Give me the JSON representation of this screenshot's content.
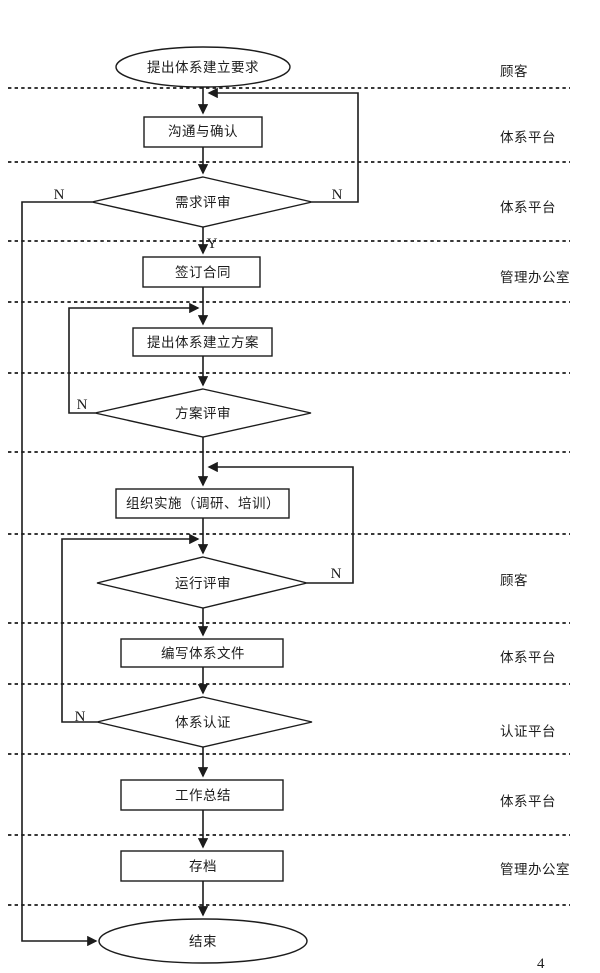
{
  "page_number": "4",
  "colors": {
    "ink": "#1c1c1c",
    "background": "#ffffff"
  },
  "branch": {
    "yes": "Y",
    "no": "N"
  },
  "nodes": [
    {
      "id": "start",
      "type": "terminator",
      "label": "提出体系建立要求"
    },
    {
      "id": "communicate",
      "type": "process",
      "label": "沟通与确认"
    },
    {
      "id": "demand-review",
      "type": "decision",
      "label": "需求评审"
    },
    {
      "id": "sign-contract",
      "type": "process",
      "label": "签订合同"
    },
    {
      "id": "propose-plan",
      "type": "process",
      "label": "提出体系建立方案"
    },
    {
      "id": "plan-review",
      "type": "decision",
      "label": "方案评审"
    },
    {
      "id": "implement",
      "type": "process",
      "label": "组织实施（调研、培训）"
    },
    {
      "id": "operation-review",
      "type": "decision",
      "label": "运行评审"
    },
    {
      "id": "write-docs",
      "type": "process",
      "label": "编写体系文件"
    },
    {
      "id": "certification",
      "type": "decision",
      "label": "体系认证"
    },
    {
      "id": "work-summary",
      "type": "process",
      "label": "工作总结"
    },
    {
      "id": "archive",
      "type": "process",
      "label": "存档"
    },
    {
      "id": "end",
      "type": "terminator",
      "label": "结束"
    }
  ],
  "lanes": [
    {
      "label": "顾客"
    },
    {
      "label": "体系平台"
    },
    {
      "label": "体系平台"
    },
    {
      "label": "管理办公室"
    },
    {
      "label": "顾客"
    },
    {
      "label": "体系平台"
    },
    {
      "label": "认证平台"
    },
    {
      "label": "体系平台"
    },
    {
      "label": "管理办公室"
    }
  ]
}
